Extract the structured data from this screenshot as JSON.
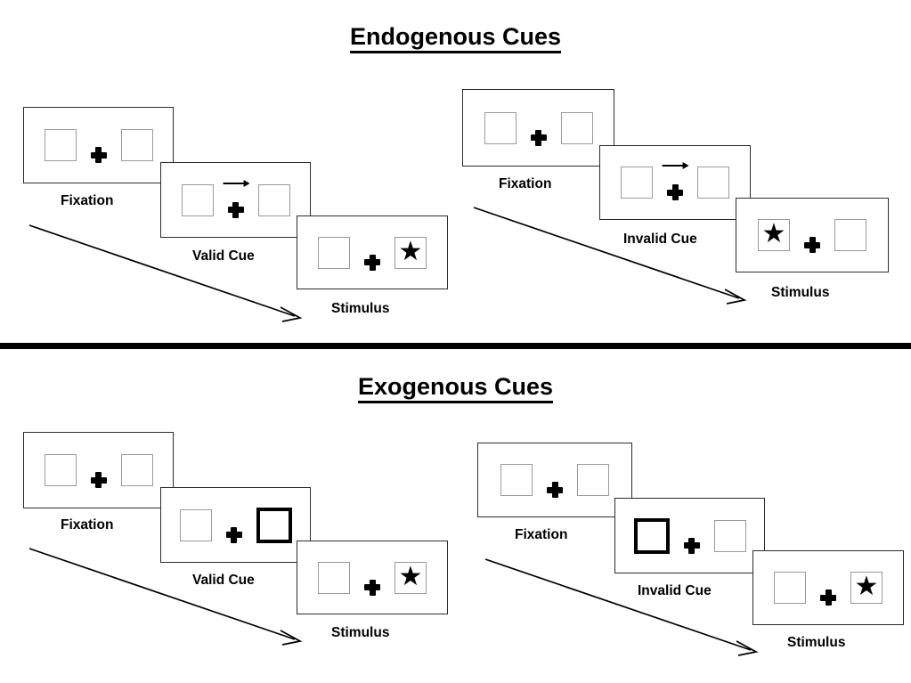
{
  "sections": [
    {
      "title": "Endogenous Cues",
      "conditions": [
        {
          "name": "valid",
          "steps": [
            {
              "label": "Fixation",
              "left_box": "empty",
              "right_box": "empty",
              "cue": "none"
            },
            {
              "label": "Valid Cue",
              "left_box": "empty",
              "right_box": "empty",
              "cue": "arrow-right"
            },
            {
              "label": "Stimulus",
              "left_box": "empty",
              "right_box": "star",
              "cue": "none"
            }
          ]
        },
        {
          "name": "invalid",
          "steps": [
            {
              "label": "Fixation",
              "left_box": "empty",
              "right_box": "empty",
              "cue": "none"
            },
            {
              "label": "Invalid Cue",
              "left_box": "empty",
              "right_box": "empty",
              "cue": "arrow-right"
            },
            {
              "label": "Stimulus",
              "left_box": "star",
              "right_box": "empty",
              "cue": "none"
            }
          ]
        }
      ]
    },
    {
      "title": "Exogenous Cues",
      "conditions": [
        {
          "name": "valid",
          "steps": [
            {
              "label": "Fixation",
              "left_box": "empty",
              "right_box": "empty",
              "cue": "none"
            },
            {
              "label": "Valid Cue",
              "left_box": "empty",
              "right_box": "highlight",
              "cue": "none"
            },
            {
              "label": "Stimulus",
              "left_box": "empty",
              "right_box": "star",
              "cue": "none"
            }
          ]
        },
        {
          "name": "invalid",
          "steps": [
            {
              "label": "Fixation",
              "left_box": "empty",
              "right_box": "empty",
              "cue": "none"
            },
            {
              "label": "Invalid Cue",
              "left_box": "highlight",
              "right_box": "empty",
              "cue": "none"
            },
            {
              "label": "Stimulus",
              "left_box": "empty",
              "right_box": "star",
              "cue": "none"
            }
          ]
        }
      ]
    }
  ],
  "glyphs": {
    "star": "★"
  },
  "colors": {
    "box_outline": "#9a9a9a",
    "cued_outline": "#000000",
    "frame_outline": "#2b2b2b",
    "text": "#000000",
    "divider": "#000000"
  }
}
